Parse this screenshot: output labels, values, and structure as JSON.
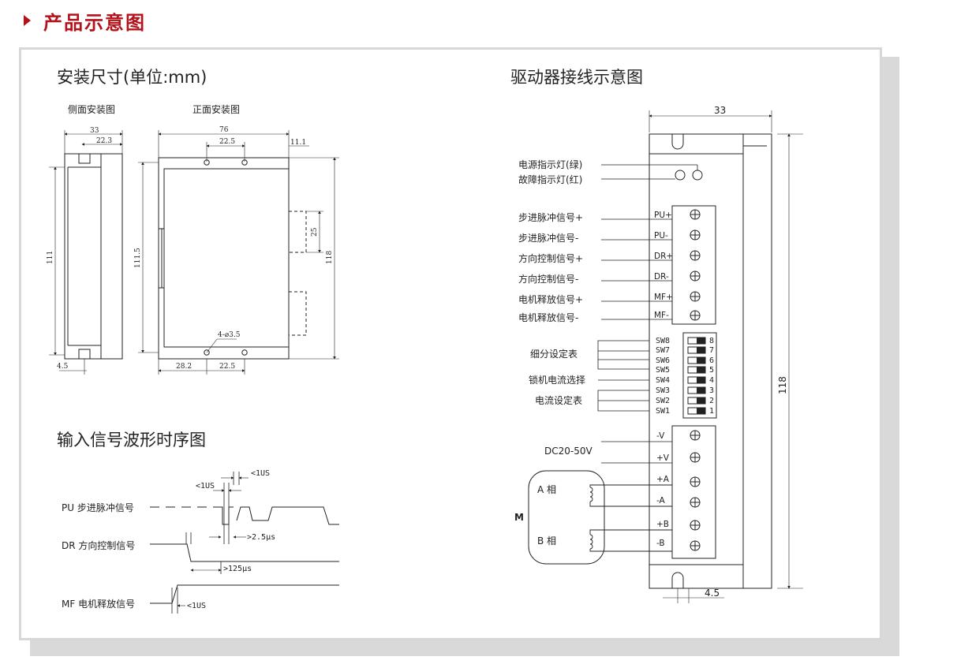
{
  "header": {
    "title": "产品示意图"
  },
  "sections": {
    "dimensions_title": "安装尺寸(单位:mm)",
    "wiring_title": "驱动器接线示意图",
    "timing_title": "输入信号波形时序图"
  },
  "dimensions": {
    "side_view_label": "侧面安装图",
    "front_view_label": "正面安装图",
    "side": {
      "width": "33",
      "hole": "22.3",
      "height": "111",
      "bottom": "4.5"
    },
    "front": {
      "width": "76",
      "hole_spacing_top": "22.5",
      "ear": "11.1",
      "height_inner": "111.5",
      "height": "118",
      "notch": "25",
      "hole": "4-⌀3.5",
      "bottom_left": "28.2",
      "bottom_hole": "22.5"
    }
  },
  "wiring": {
    "top_width": "33",
    "height": "118",
    "bottom_width": "4.5",
    "leds": [
      "电源指示灯(绿)",
      "故障指示灯(红)"
    ],
    "signals": [
      {
        "label": "步进脉冲信号+",
        "terminal": "PU+"
      },
      {
        "label": "步进脉冲信号-",
        "terminal": "PU-"
      },
      {
        "label": "方向控制信号+",
        "terminal": "DR+"
      },
      {
        "label": "方向控制信号-",
        "terminal": "DR-"
      },
      {
        "label": "电机释放信号+",
        "terminal": "MF+"
      },
      {
        "label": "电机释放信号-",
        "terminal": "MF-"
      }
    ],
    "switch_groups": [
      "细分设定表",
      "锁机电流选择",
      "电流设定表"
    ],
    "switches": [
      "SW8",
      "SW7",
      "SW6",
      "SW5",
      "SW4",
      "SW3",
      "SW2",
      "SW1"
    ],
    "switch_numbers": [
      "8",
      "7",
      "6",
      "5",
      "4",
      "3",
      "2",
      "1"
    ],
    "power_label": "DC20-50V",
    "power_terminals": [
      "-V",
      "+V"
    ],
    "motor": {
      "label": "M",
      "phase_a": "A 相",
      "phase_b": "B 相",
      "terminals": [
        "+A",
        "-A",
        "+B",
        "-B"
      ]
    }
  },
  "timing": {
    "signals": [
      "PU 步进脉冲信号",
      "DR 方向控制信号",
      "MF 电机释放信号"
    ],
    "annotations": [
      "<1US",
      "<1US",
      ">2.5μs",
      ">125μs",
      "<1US"
    ]
  }
}
